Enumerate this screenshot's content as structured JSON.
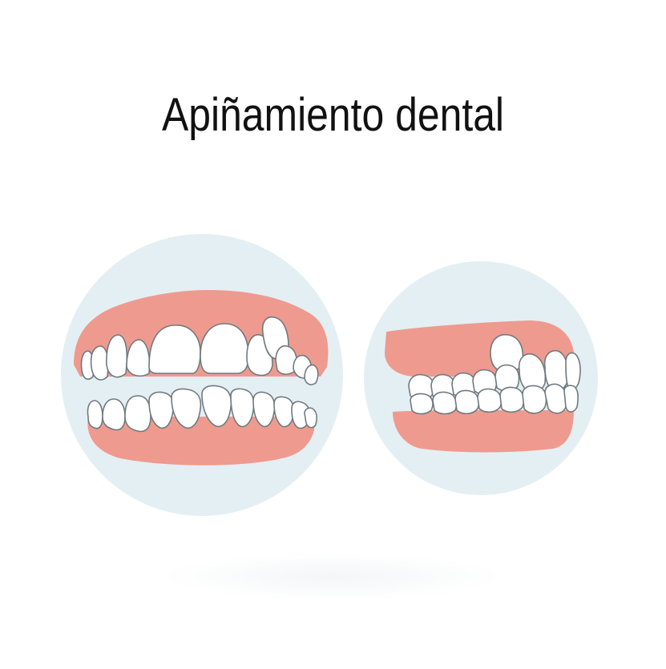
{
  "title": "Apiñamiento dental",
  "colors": {
    "circle": "#e4eff3",
    "gum": "#ef9a8f",
    "gum_dark": "#e88a80",
    "tooth": "#ffffff",
    "outline": "#6f7b80",
    "text": "#111111"
  },
  "illustrations": [
    {
      "name": "frontal-view-crowded-teeth"
    },
    {
      "name": "side-view-crowded-teeth"
    }
  ]
}
